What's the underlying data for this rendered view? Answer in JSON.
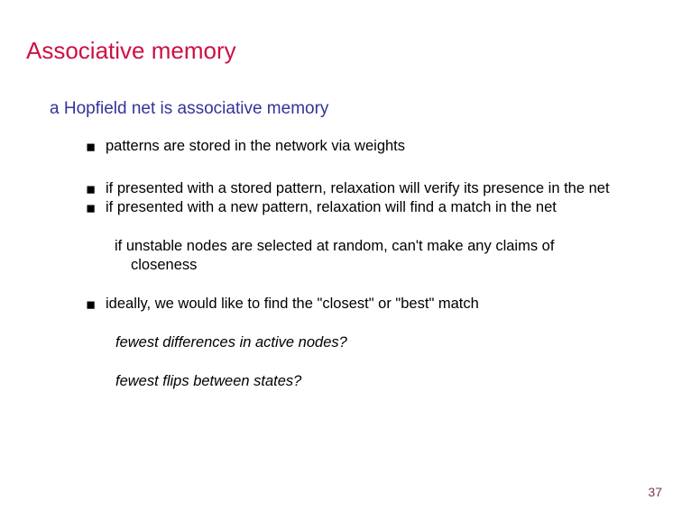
{
  "slide": {
    "title": "Associative memory",
    "page_number": "37",
    "colors": {
      "title": "#cc1144",
      "level1_text": "#333399",
      "body_text": "#000000",
      "page_number": "#7b3550",
      "background": "#ffffff"
    },
    "bullet_glyph": "▪",
    "content": {
      "heading": "a Hopfield net is associative memory",
      "bullet_1": "patterns are stored in the network via weights",
      "bullet_2": "if presented with a stored pattern, relaxation will verify its presence in the net",
      "bullet_3": "if presented with a new pattern, relaxation will find a match in the net",
      "note_1_line_1": "if unstable nodes are selected at random, can't make any claims of",
      "note_1_line_2": "closeness",
      "bullet_4": "ideally, we would like to find the \"closest\" or \"best\" match",
      "italic_1": "fewest differences in active nodes?",
      "italic_2": "fewest flips between states?"
    }
  }
}
